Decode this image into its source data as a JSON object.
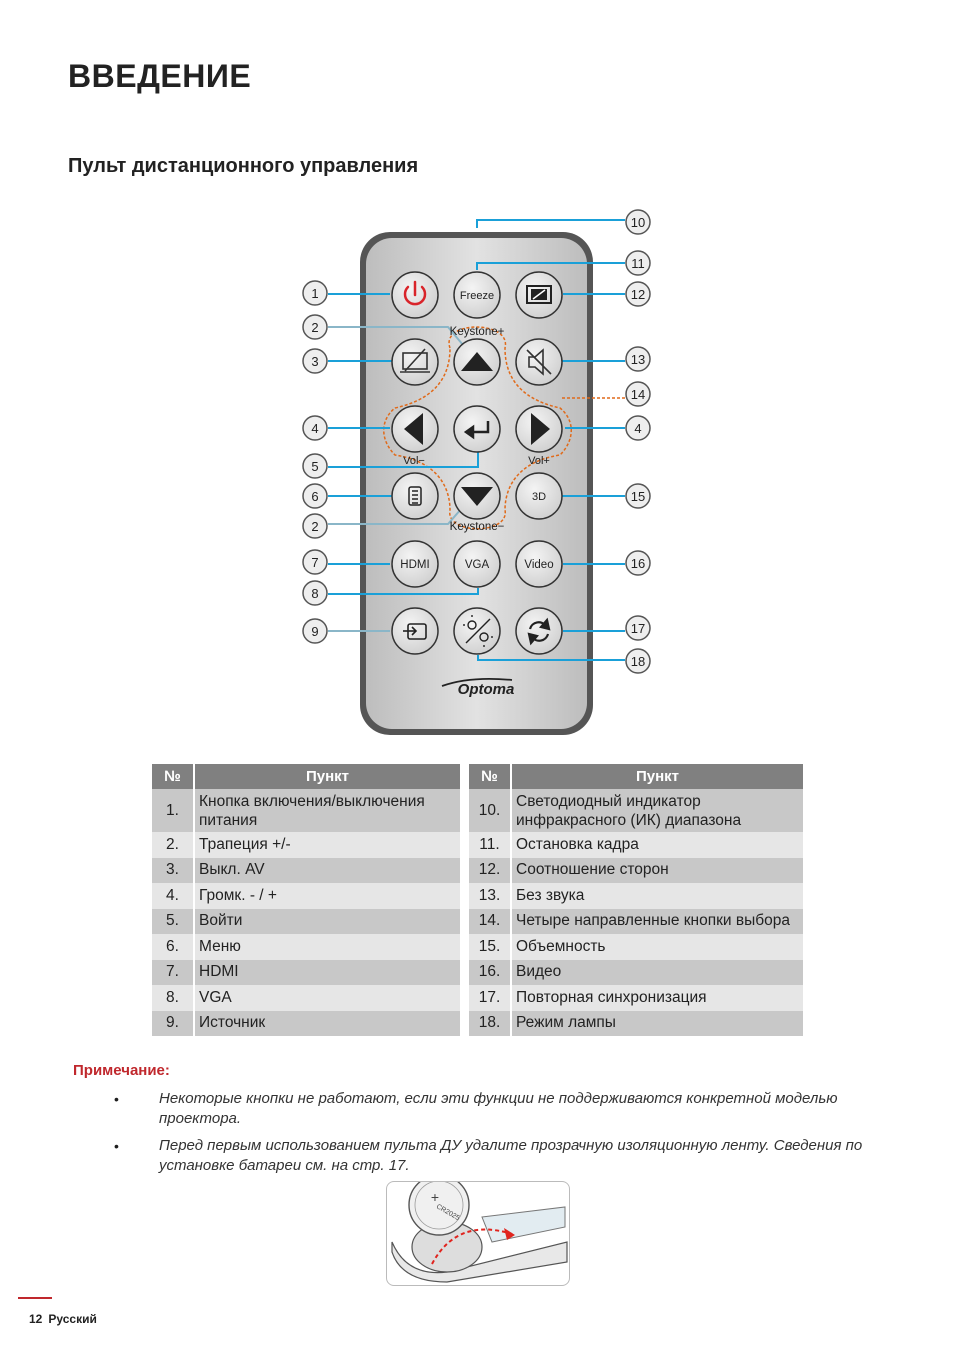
{
  "section_title": "ВВЕДЕНИЕ",
  "subtitle": "Пульт дистанционного управления",
  "remote": {
    "brand": "Optoma",
    "buttons": {
      "freeze": "Freeze",
      "keystone_plus": "Keystone+",
      "keystone_minus": "Keystone−",
      "vol_minus": "Vol−",
      "vol_plus": "Vol+",
      "three_d": "3D",
      "hdmi": "HDMI",
      "vga": "VGA",
      "video": "Video"
    },
    "callouts_left": [
      "1",
      "2",
      "3",
      "4",
      "5",
      "6",
      "2",
      "7",
      "8",
      "9"
    ],
    "callouts_right": [
      "10",
      "11",
      "12",
      "13",
      "14",
      "4",
      "15",
      "16",
      "17",
      "18"
    ],
    "colors": {
      "callout_line": "#1aa0d8",
      "dpad_outline": "#e06a1a",
      "power": "#d9242a"
    }
  },
  "table": {
    "header_num": "№",
    "header_item": "Пункт",
    "left": [
      {
        "num": "1.",
        "item": "Кнопка включения/выключения питания"
      },
      {
        "num": "2.",
        "item": "Трапеция +/-"
      },
      {
        "num": "3.",
        "item": "Выкл. AV"
      },
      {
        "num": "4.",
        "item": "Громк. - / +"
      },
      {
        "num": "5.",
        "item": "Войти"
      },
      {
        "num": "6.",
        "item": "Меню"
      },
      {
        "num": "7.",
        "item": "HDMI"
      },
      {
        "num": "8.",
        "item": "VGA"
      },
      {
        "num": "9.",
        "item": "Источник"
      }
    ],
    "right": [
      {
        "num": "10.",
        "item": "Светодиодный индикатор инфракрасного (ИК) диапазона"
      },
      {
        "num": "11.",
        "item": "Остановка кадра"
      },
      {
        "num": "12.",
        "item": "Соотношение сторон"
      },
      {
        "num": "13.",
        "item": "Без звука"
      },
      {
        "num": "14.",
        "item": "Четыре направленные кнопки выбора"
      },
      {
        "num": "15.",
        "item": "Объемность"
      },
      {
        "num": "16.",
        "item": "Видео"
      },
      {
        "num": "17.",
        "item": "Повторная синхронизация"
      },
      {
        "num": "18.",
        "item": "Режим лампы"
      }
    ]
  },
  "note": {
    "title": "Примечание:",
    "bullet": "•",
    "items": [
      "Некоторые кнопки не работают, если эти функции не поддерживаются конкретной моделью проектора.",
      "Перед первым использованием пульта ДУ удалите прозрачную изоляционную ленту. Сведения по установке батареи см. на стр. 17."
    ]
  },
  "battery": {
    "label": "CR2025"
  },
  "footer": {
    "page": "12",
    "language": "Русский"
  },
  "accent_color": "#c0282d"
}
